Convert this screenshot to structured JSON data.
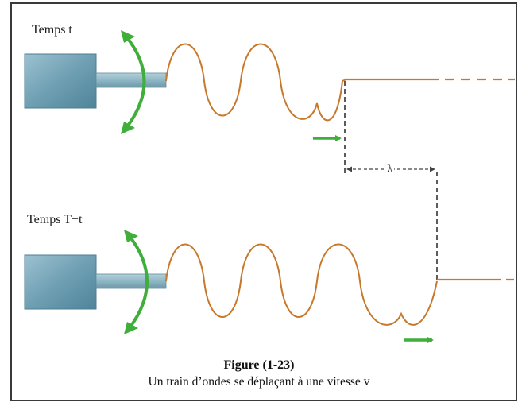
{
  "labels": {
    "time_top": "Temps t",
    "time_bottom": "Temps T+t",
    "wavelength": "λ"
  },
  "caption": {
    "title": "Figure (1-23)",
    "text": "Un train d’ondes se déplaçant à une vitesse v"
  },
  "colors": {
    "wave": "#c8782a",
    "arrow": "#3fae3a",
    "block": "#6f9fb3",
    "rod": "#8fb6c4",
    "frame": "#3a3a3a"
  }
}
